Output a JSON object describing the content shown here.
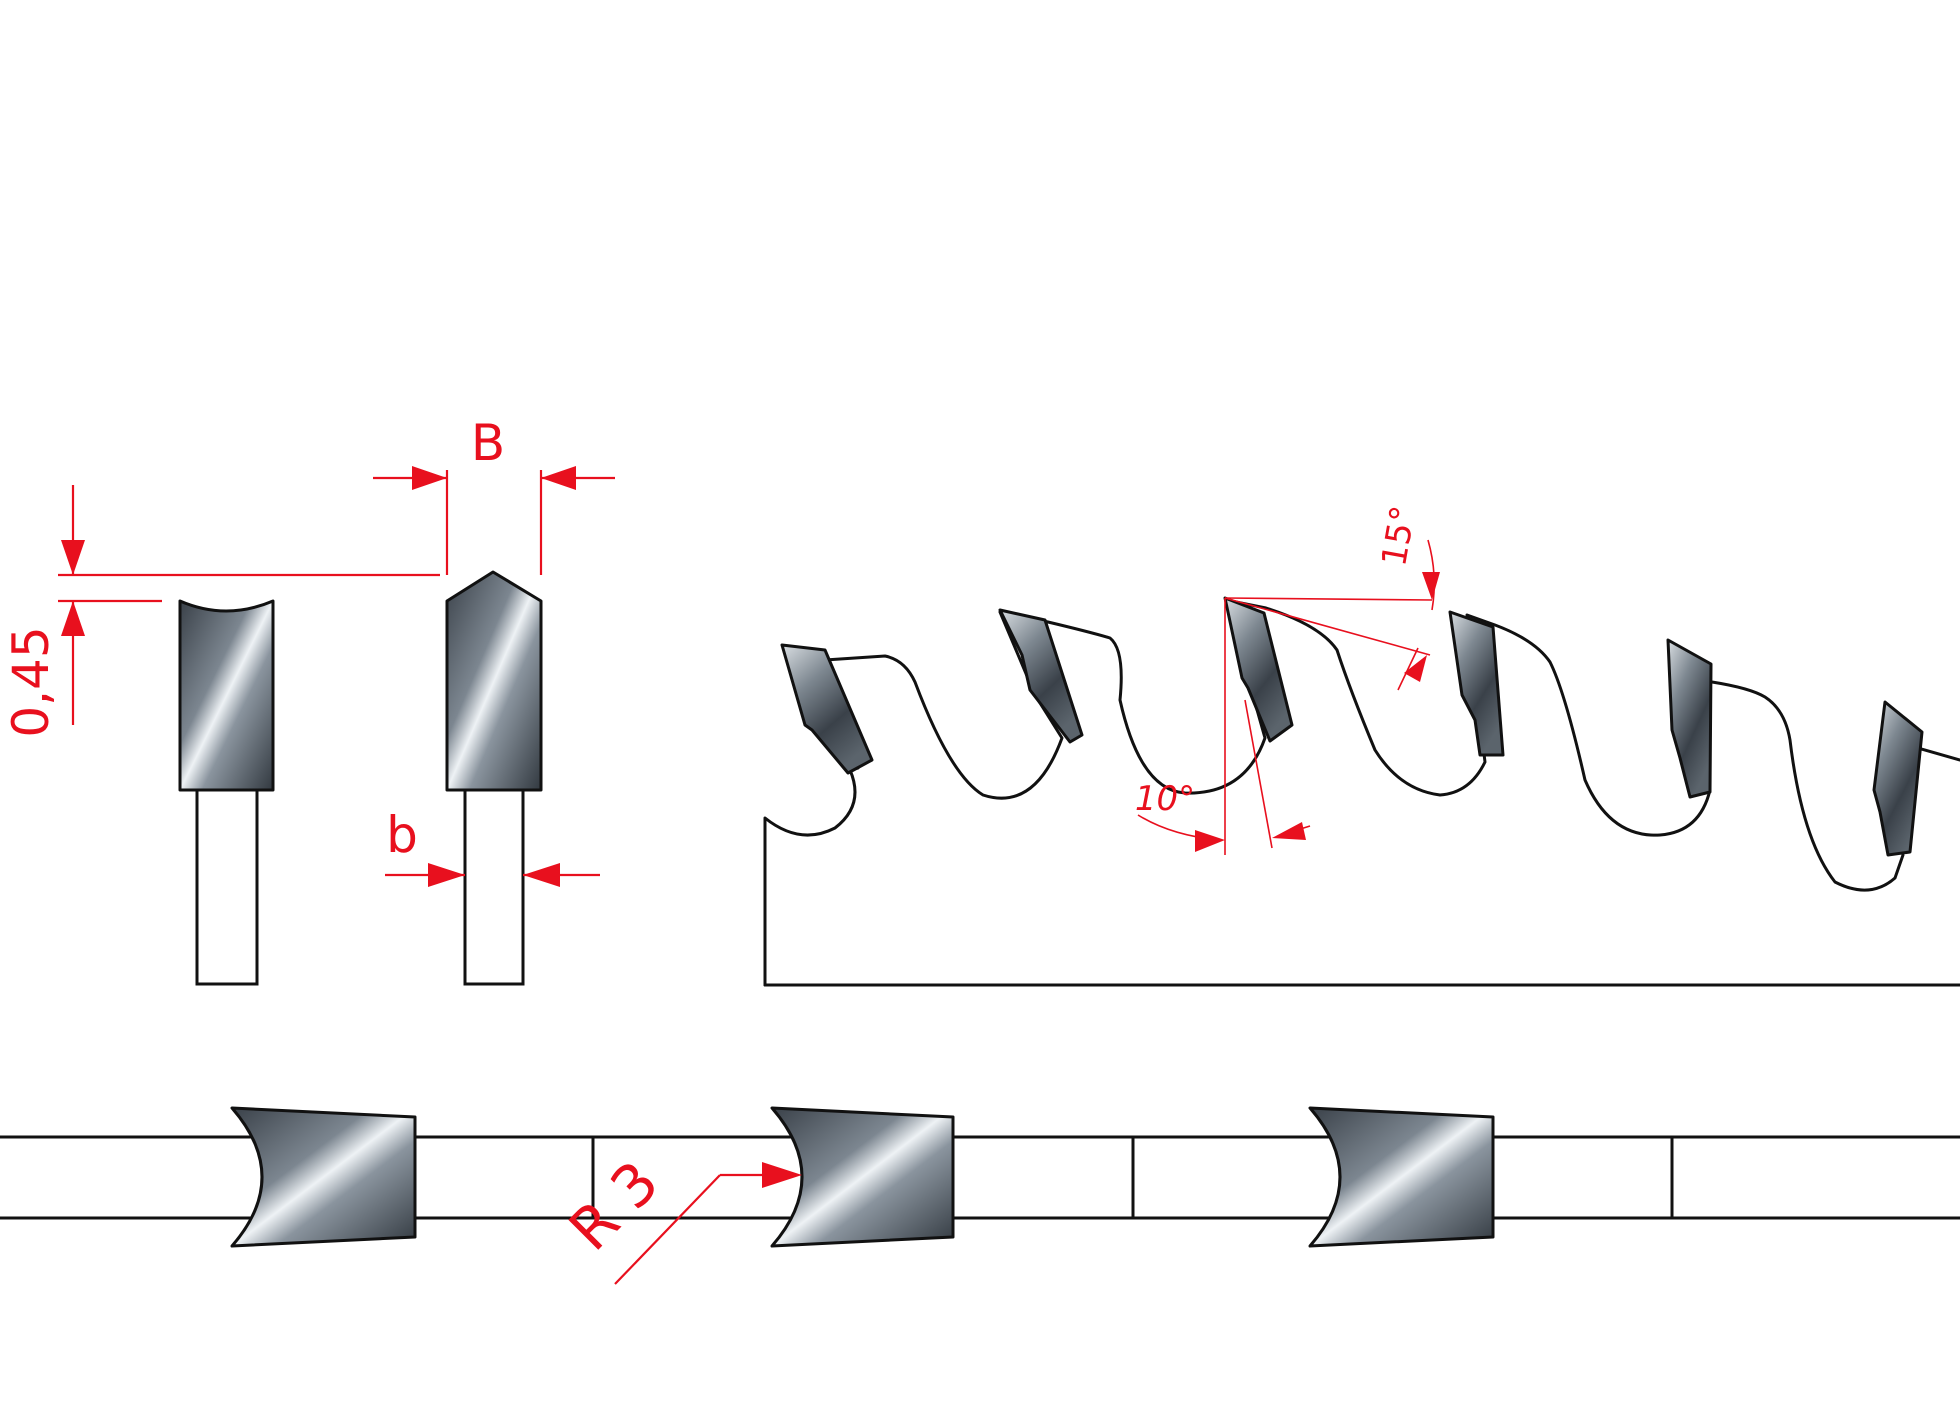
{
  "labels": {
    "width_B": "B",
    "width_b": "b",
    "height_045": "0,45",
    "angle_15": "15°",
    "angle_10": "10°",
    "radius": "R 3"
  },
  "colors": {
    "dimension": "#e8101e",
    "outline": "#111111",
    "carbide_dark": "#3c444c",
    "carbide_light": "#eef2f5",
    "background": "#ffffff"
  }
}
